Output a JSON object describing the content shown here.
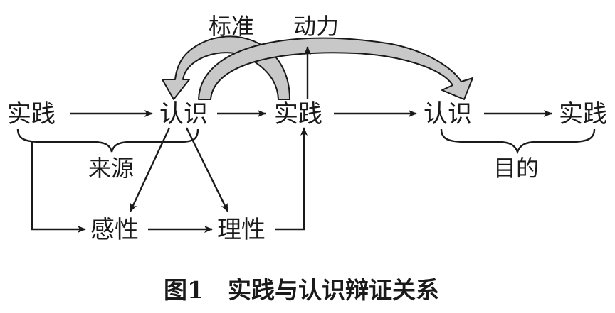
{
  "diagram": {
    "nodes": {
      "practice1": "实践",
      "cognition1": "认识",
      "practice2": "实践",
      "cognition2": "认识",
      "practice3": "实践",
      "perceptual": "感性",
      "rational": "理性"
    },
    "labels": {
      "standard": "标准",
      "motive": "动力",
      "source": "来源",
      "purpose": "目的"
    },
    "caption": {
      "number": "图1",
      "title": "实践与认识辩证关系"
    }
  }
}
